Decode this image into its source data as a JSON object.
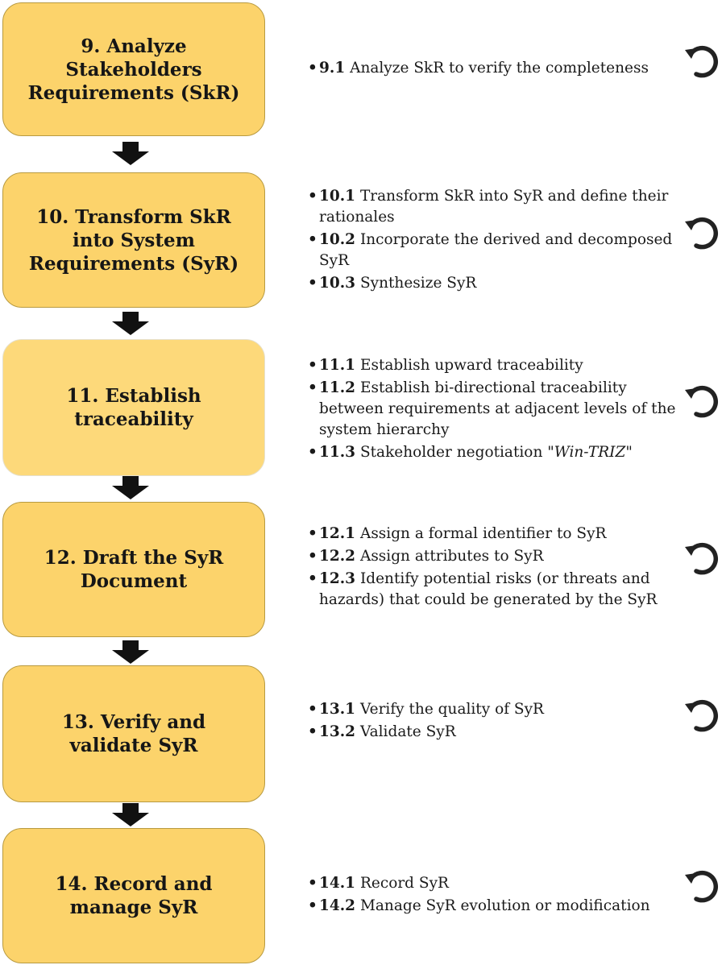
{
  "steps": [
    {
      "title": "9. Analyze Stakeholders Requirements (SkR)",
      "substeps": [
        {
          "num": "9.1",
          "text": "Analyze SkR to verify the completeness"
        }
      ]
    },
    {
      "title": "10. Transform SkR into System Requirements (SyR)",
      "substeps": [
        {
          "num": "10.1",
          "text": "Transform SkR into SyR and define their rationales"
        },
        {
          "num": "10.2",
          "text": "Incorporate the derived and decomposed SyR"
        },
        {
          "num": "10.3",
          "text": "Synthesize SyR"
        }
      ]
    },
    {
      "title": "11. Establish traceability",
      "substeps": [
        {
          "num": "11.1",
          "text": "Establish upward traceability"
        },
        {
          "num": "11.2",
          "text": "Establish bi-directional traceability between requirements at adjacent levels of the system hierarchy"
        },
        {
          "num": "11.3",
          "text": "Stakeholder negotiation",
          "emphasis": "\"Win-TRIZ\""
        }
      ]
    },
    {
      "title": "12. Draft the SyR Document",
      "substeps": [
        {
          "num": "12.1",
          "text": "Assign a formal identifier to SyR"
        },
        {
          "num": "12.2",
          "text": "Assign attributes to SyR"
        },
        {
          "num": "12.3",
          "text": "Identify potential risks (or threats and hazards) that could be generated by the SyR"
        }
      ]
    },
    {
      "title": "13. Verify and validate SyR",
      "substeps": [
        {
          "num": "13.1",
          "text": "Verify the quality of SyR"
        },
        {
          "num": "13.2",
          "text": "Validate SyR"
        }
      ]
    },
    {
      "title": "14. Record and manage SyR",
      "substeps": [
        {
          "num": "14.1",
          "text": "Record SyR"
        },
        {
          "num": "14.2",
          "text": "Manage SyR evolution or modification"
        }
      ]
    }
  ],
  "icons": {
    "flow_arrow": "down-arrow-icon",
    "iteration": "circular-arrow-icon"
  },
  "colors": {
    "box_fill": "#fcd36b",
    "box_border": "#b89a40",
    "arrow": "#111111"
  }
}
